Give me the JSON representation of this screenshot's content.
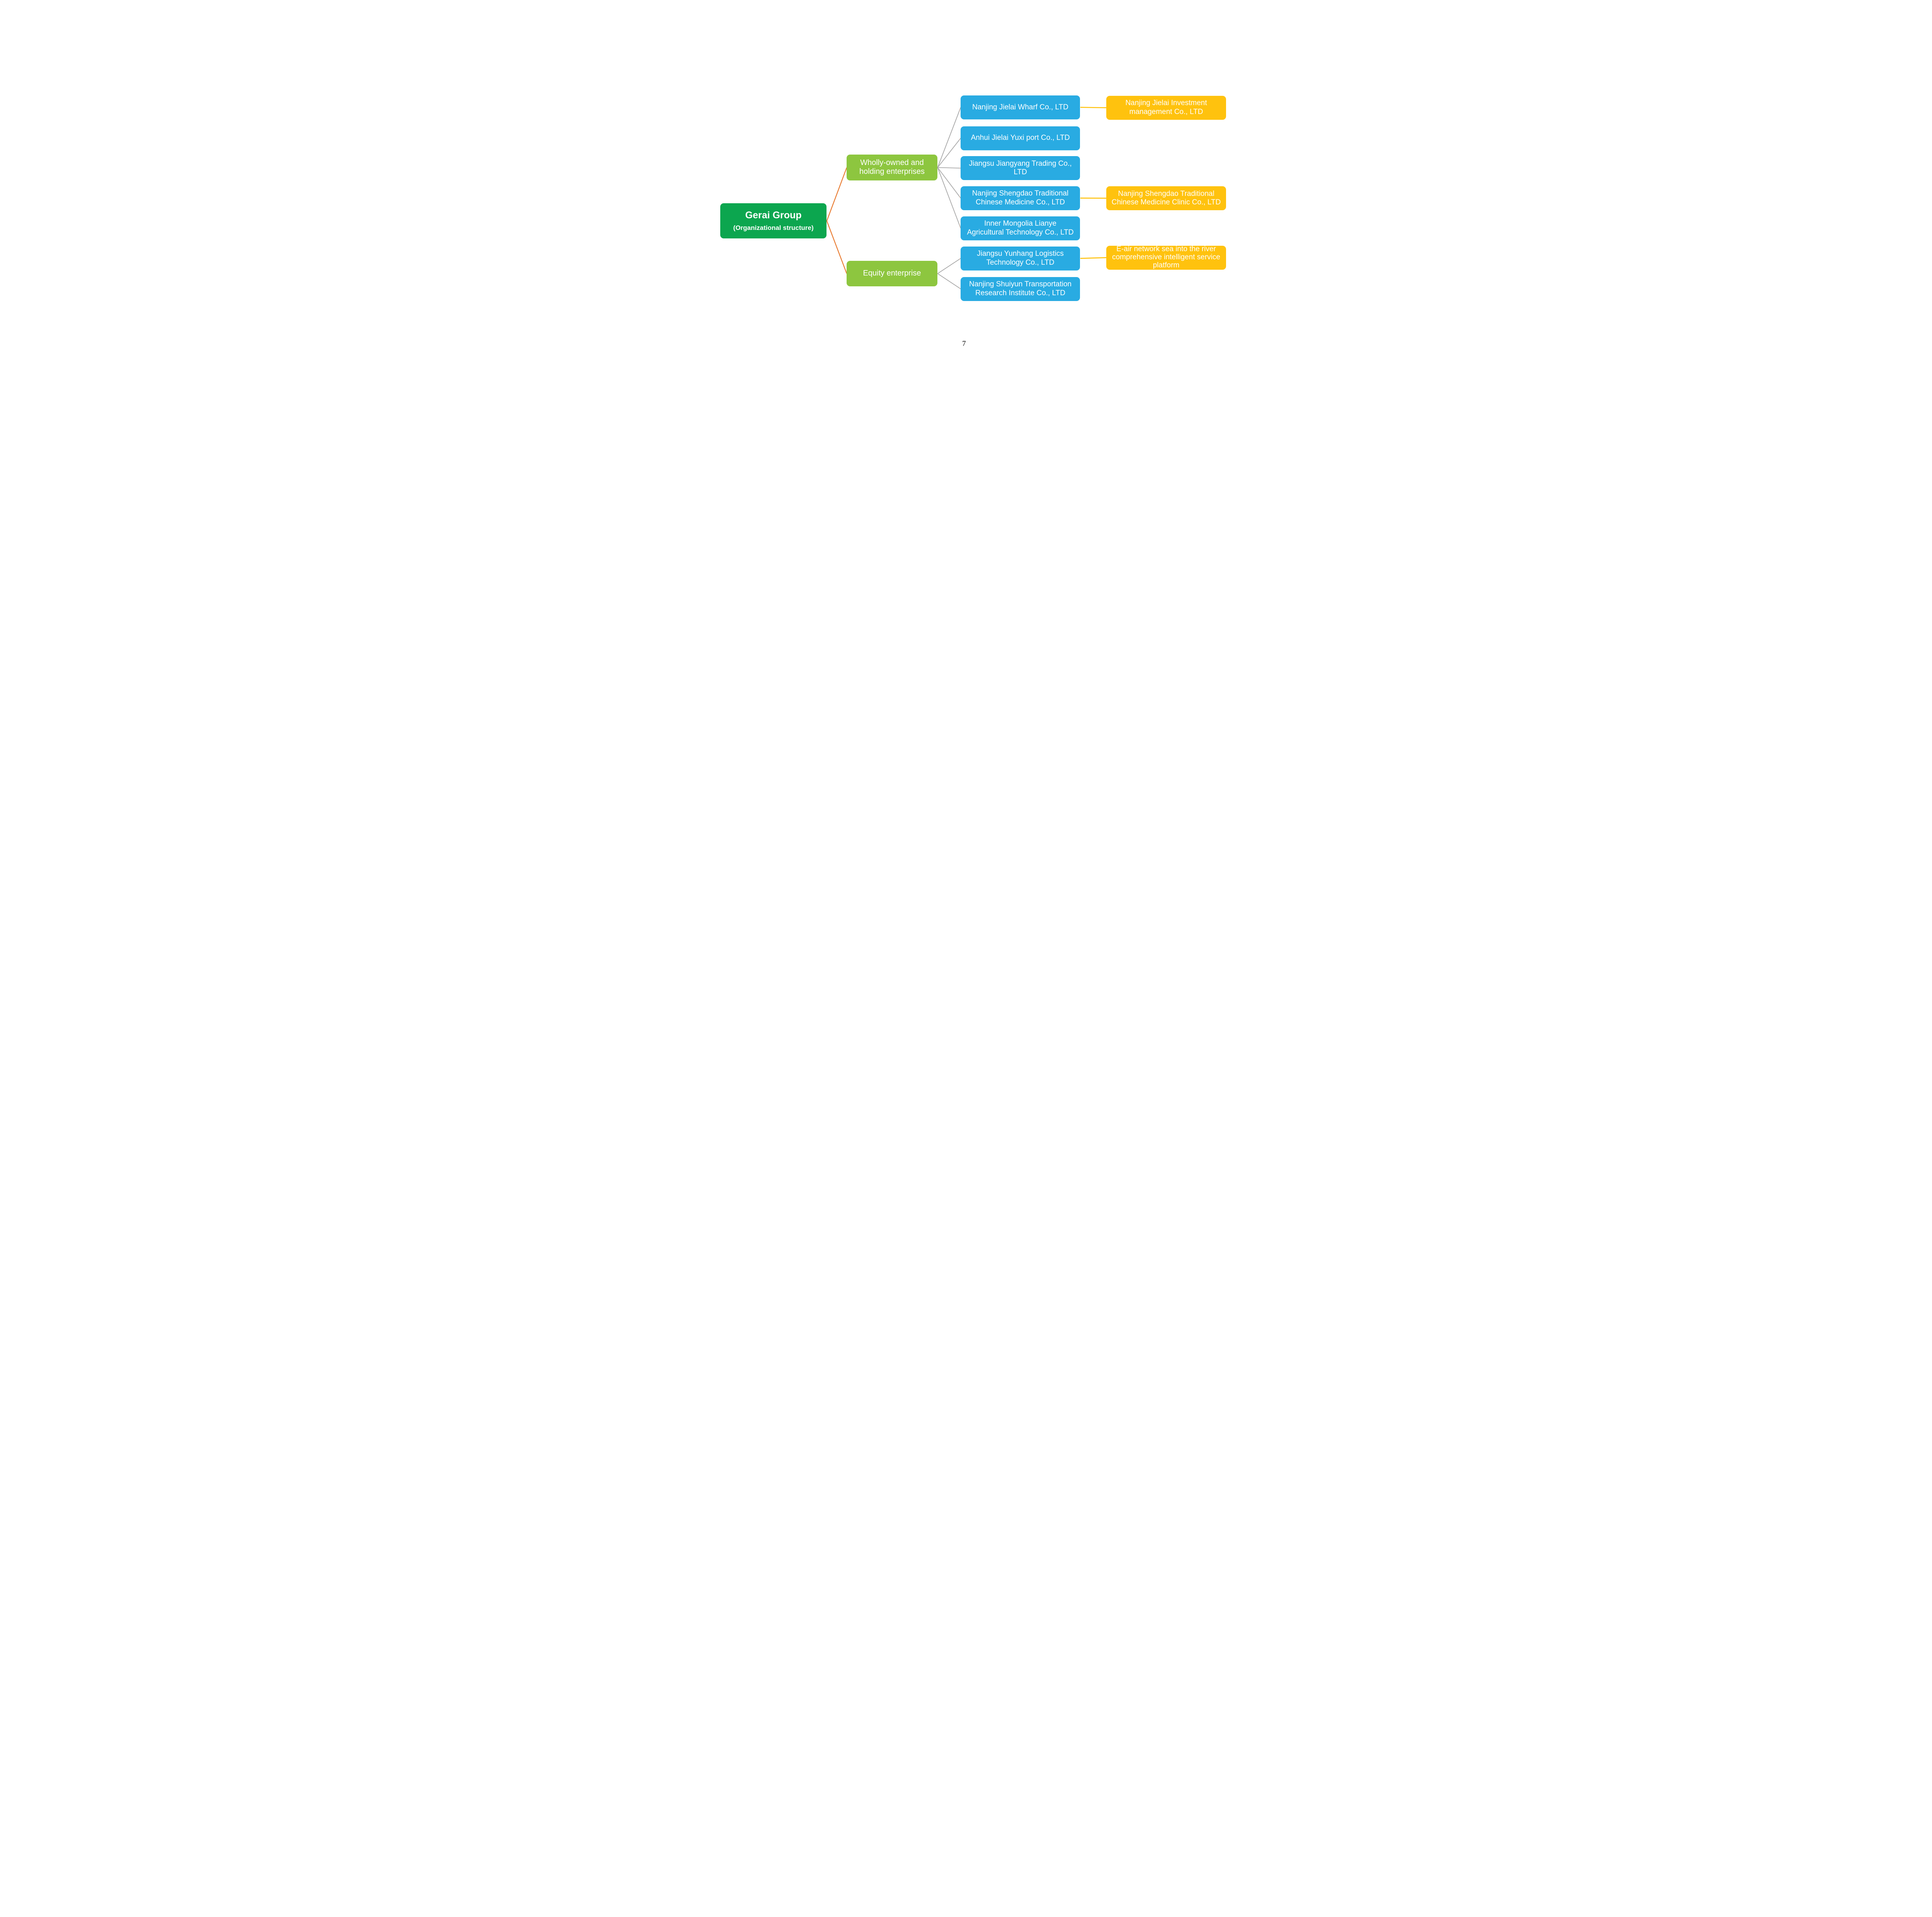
{
  "root": {
    "title": "Gerai Group",
    "subtitle": "(Organizational structure)"
  },
  "categories": [
    {
      "label": "Wholly-owned and holding enterprises"
    },
    {
      "label": "Equity enterprise"
    }
  ],
  "companies": [
    {
      "label": "Nanjing Jielai Wharf Co., LTD",
      "parent": "Wholly-owned and holding enterprises"
    },
    {
      "label": "Anhui Jielai Yuxi port Co., LTD",
      "parent": "Wholly-owned and holding enterprises"
    },
    {
      "label": "Jiangsu Jiangyang Trading Co., LTD",
      "parent": "Wholly-owned and holding enterprises"
    },
    {
      "label": "Nanjing Shengdao Traditional Chinese Medicine Co., LTD",
      "parent": "Wholly-owned and holding enterprises"
    },
    {
      "label": "Inner Mongolia Lianye Agricultural Technology Co., LTD",
      "parent": "Wholly-owned and holding enterprises"
    },
    {
      "label": "Jiangsu Yunhang Logistics Technology Co., LTD",
      "parent": "Equity enterprise"
    },
    {
      "label": "Nanjing Shuiyun Transportation Research Institute Co., LTD",
      "parent": "Equity enterprise"
    }
  ],
  "affiliates": [
    {
      "label": "Nanjing Jielai Investment management Co., LTD",
      "parent": "Nanjing Jielai Wharf Co., LTD"
    },
    {
      "label": "Nanjing Shengdao Traditional Chinese Medicine Clinic Co., LTD",
      "parent": "Nanjing Shengdao Traditional Chinese Medicine Co., LTD"
    },
    {
      "label": "E-air network sea into the river comprehensive intelligent service platform",
      "parent": "Jiangsu Yunhang Logistics Technology Co., LTD"
    }
  ],
  "page": {
    "number": "7"
  },
  "colors": {
    "root_green": "#0CA64F",
    "category_green": "#8DC63F",
    "company_blue": "#29ABE2",
    "affiliate_yellow": "#FFC20E",
    "connector_orange": "#E8792E",
    "connector_gray": "#A6A6A6",
    "connector_yellow": "#FFC20E",
    "text_white": "#FFFFFF",
    "page_number_black": "#000000"
  }
}
